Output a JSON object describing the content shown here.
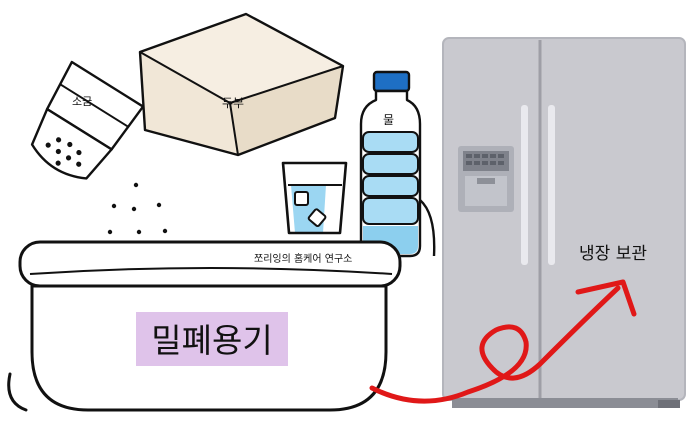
{
  "labels": {
    "salt": "소금",
    "tofu": "두부",
    "water": "물",
    "container": "밀폐용기",
    "brand": "쪼리잉의 홈케어 연구소",
    "fridge_storage": "냉장 보관"
  },
  "colors": {
    "outline": "#111111",
    "tofu": "#f1e7d7",
    "tofu_top": "#f6eee2",
    "tofu_side": "#e8dcc8",
    "bottle_cap": "#1e6fc4",
    "water_blue": "#a9dcf4",
    "water_blue_dark": "#8ccfee",
    "glass_water": "#9bd6f2",
    "fridge_body": "#c9c9cf",
    "fridge_edge": "#9e9ea6",
    "fridge_panel": "#aeb0b8",
    "dispenser": "#b7b9c0",
    "highlight": "#dfc3ea",
    "arrow_red": "#e01818"
  },
  "icons": [
    "salt-shaker-icon",
    "tofu-block-icon",
    "water-glass-icon",
    "water-bottle-icon",
    "container-icon",
    "refrigerator-icon",
    "curly-arrow-icon"
  ]
}
